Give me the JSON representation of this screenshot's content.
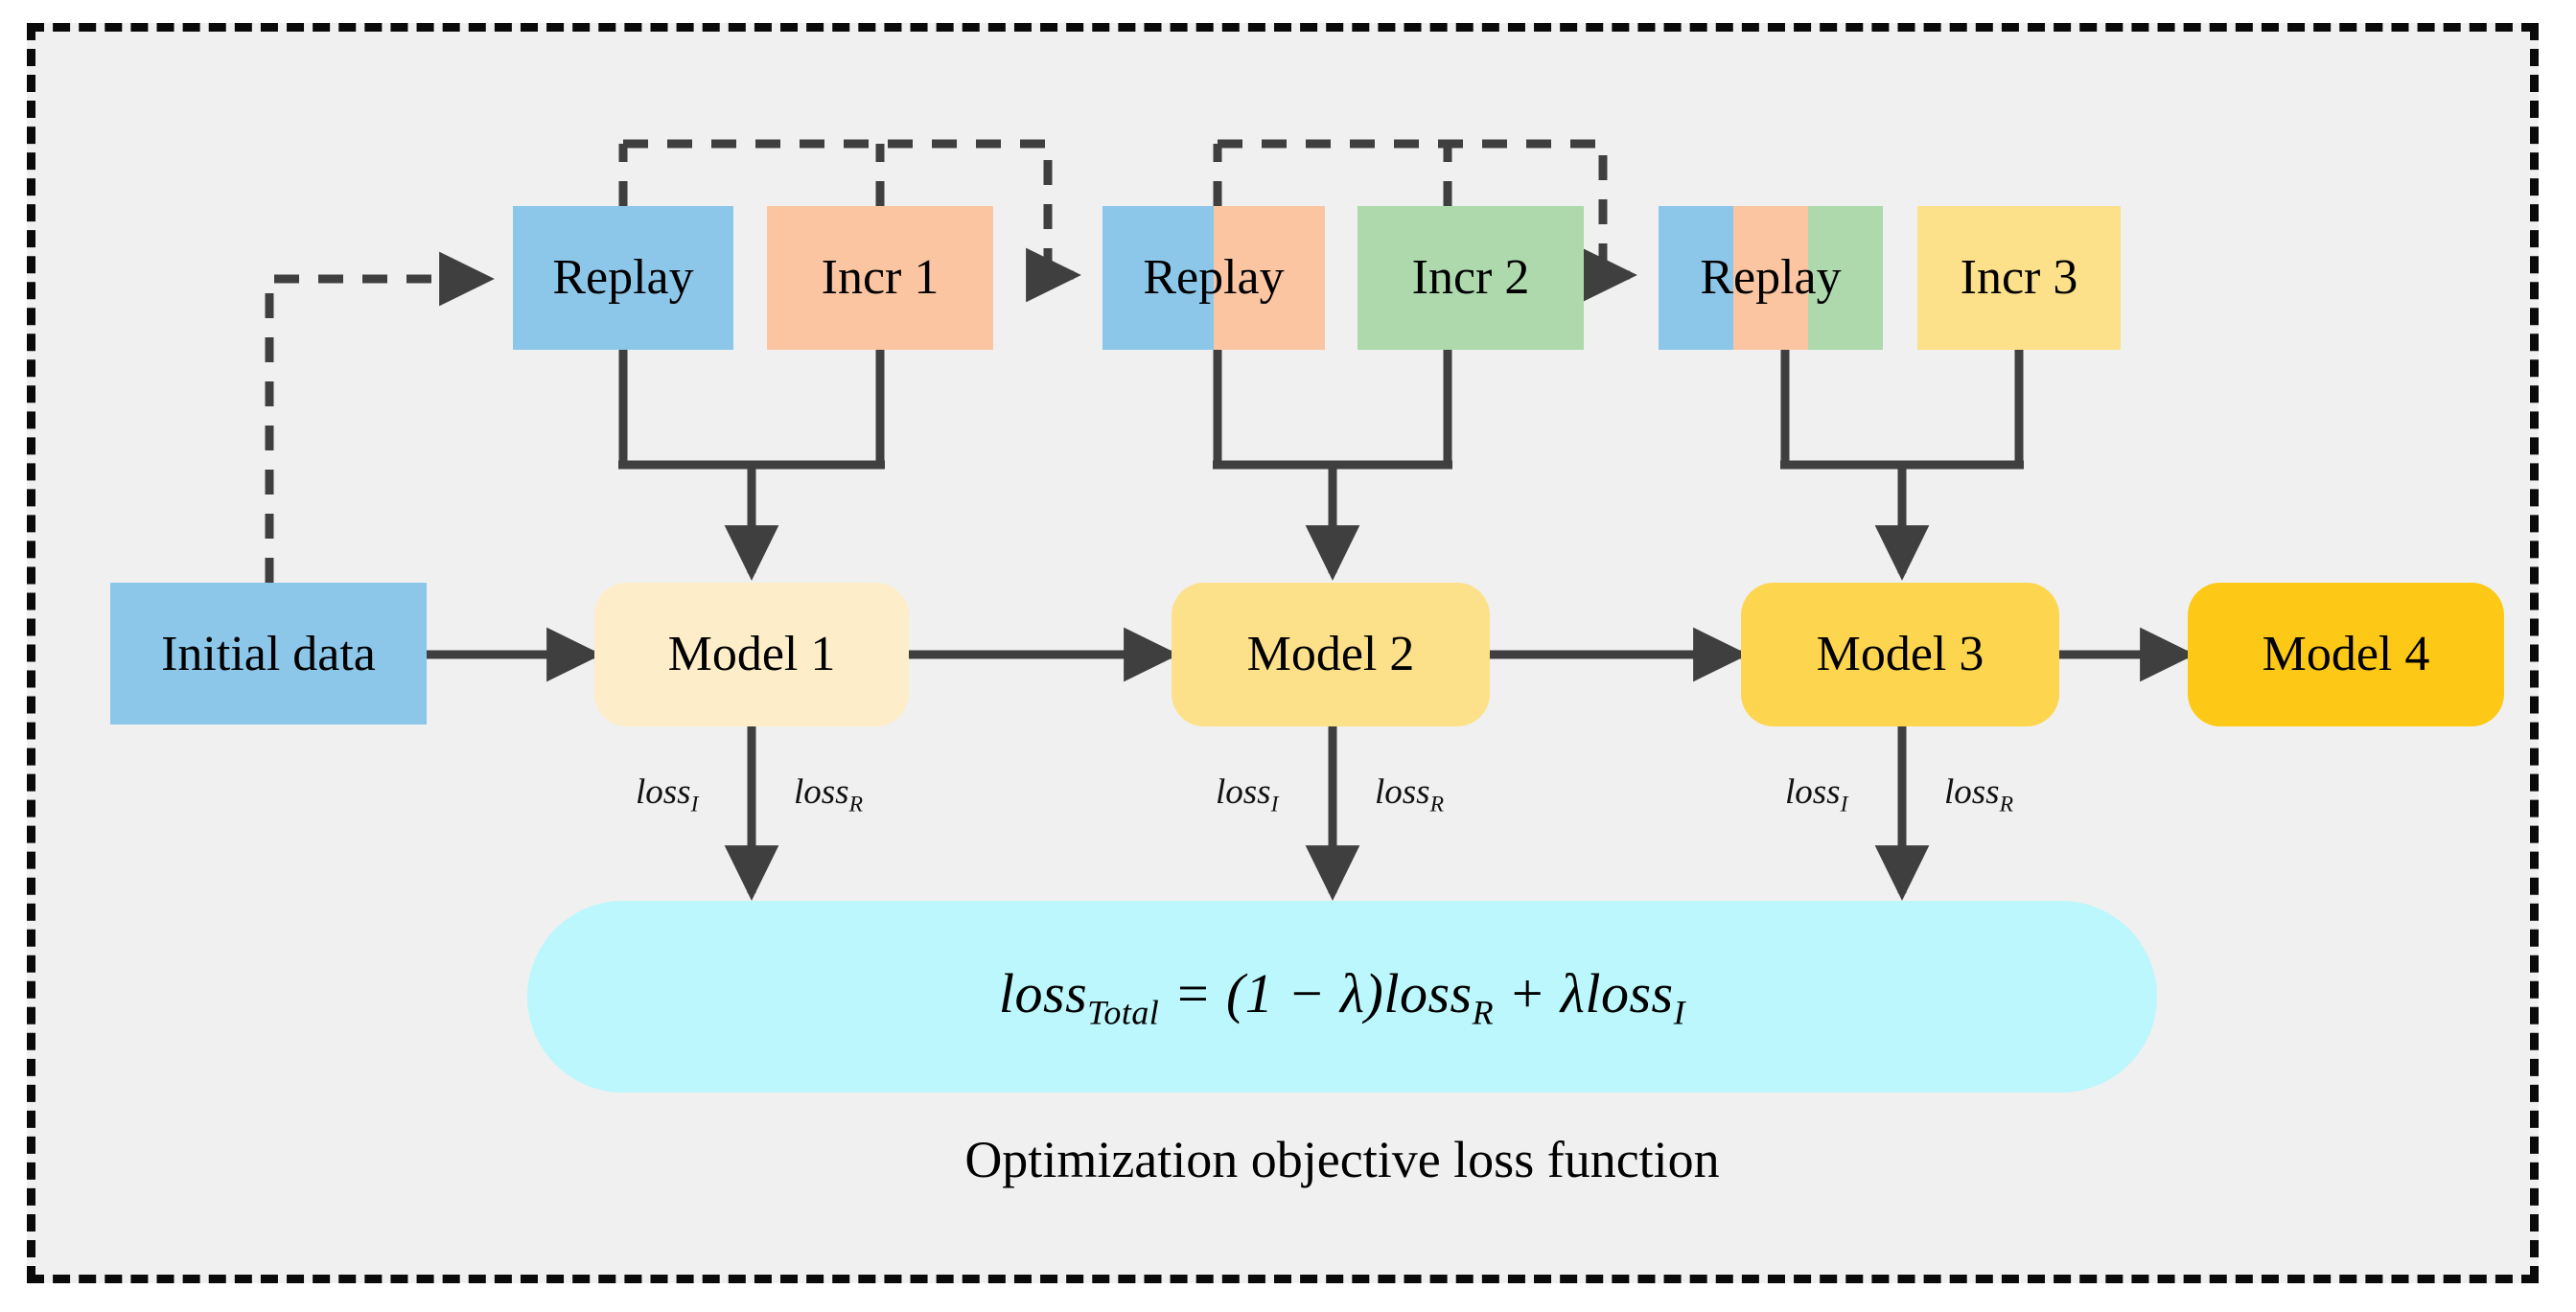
{
  "diagram": {
    "caption": "Optimization objective loss function",
    "background_color": "#f0f0f0",
    "frame_color": "#0a0a0a",
    "wire_color": "#3f3f3f"
  },
  "initial_data": {
    "label": "Initial data",
    "color": "#8cc7ea"
  },
  "stages": [
    {
      "replay_label": "Replay",
      "replay_stripes": [
        "#8cc7ea"
      ],
      "incr_label": "Incr 1",
      "incr_color": "#fbc5a2"
    },
    {
      "replay_label": "Replay",
      "replay_stripes": [
        "#8cc7ea",
        "#fbc5a2"
      ],
      "incr_label": "Incr 2",
      "incr_color": "#add9ad"
    },
    {
      "replay_label": "Replay",
      "replay_stripes": [
        "#8cc7ea",
        "#fbc5a2",
        "#add9ad"
      ],
      "incr_label": "Incr 3",
      "incr_color": "#fde08a"
    }
  ],
  "models": [
    {
      "label": "Model 1",
      "color": "#fdedc8"
    },
    {
      "label": "Model 2",
      "color": "#fde08a"
    },
    {
      "label": "Model 3",
      "color": "#fdd54f"
    },
    {
      "label": "Model 4",
      "color": "#fdc816"
    }
  ],
  "loss_edges": [
    {
      "left": "loss",
      "left_sub": "I",
      "right": "loss",
      "right_sub": "R"
    },
    {
      "left": "loss",
      "left_sub": "I",
      "right": "loss",
      "right_sub": "R"
    },
    {
      "left": "loss",
      "left_sub": "I",
      "right": "loss",
      "right_sub": "R"
    }
  ],
  "loss_formula": {
    "lhs": "loss",
    "lhs_sub": "Total",
    "eq": " = (1 − λ)",
    "term1": "loss",
    "term1_sub": "R",
    "plus": " + λ",
    "term2": "loss",
    "term2_sub": "I",
    "lambda_symbol": "λ",
    "plain": "loss_Total = (1 − λ)loss_R + λloss_I"
  }
}
